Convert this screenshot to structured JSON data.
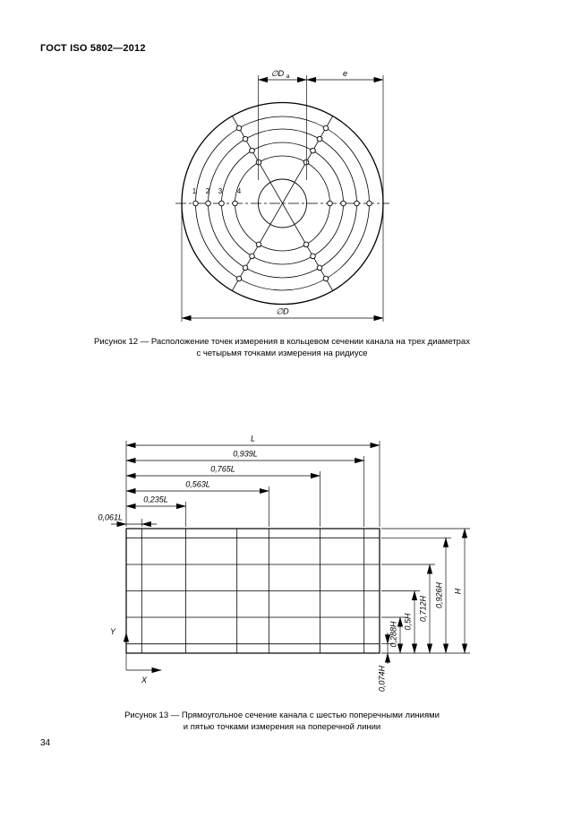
{
  "page": {
    "header": "ГОСТ ISO 5802—2012",
    "page_number": "34"
  },
  "fig12": {
    "dim_hub_main": "∅D",
    "dim_hub_sub": "a",
    "dim_e": "e",
    "dim_outer": "∅D",
    "point_labels": [
      "1",
      "2",
      "3",
      "4"
    ],
    "caption1": "Рисунок 12 — Расположение точек измерения в кольцевом сечении канала на трех диаметрах",
    "caption2": "с четырьмя точками измерения на ридиусе"
  },
  "fig13": {
    "dims_top": [
      "L",
      "0,939L",
      "0,765L",
      "0,563L",
      "0,235L",
      "0,061L"
    ],
    "dims_right": [
      "H",
      "0,926H",
      "0,712H",
      "0,5H",
      "0,288H",
      "0,074H"
    ],
    "axis_x": "X",
    "axis_y": "Y",
    "caption1": "Рисунок 13 — Прямоугольное сечение канала с шестью поперечными линиями",
    "caption2": "и пятью точками измерения на поперечной линии"
  }
}
